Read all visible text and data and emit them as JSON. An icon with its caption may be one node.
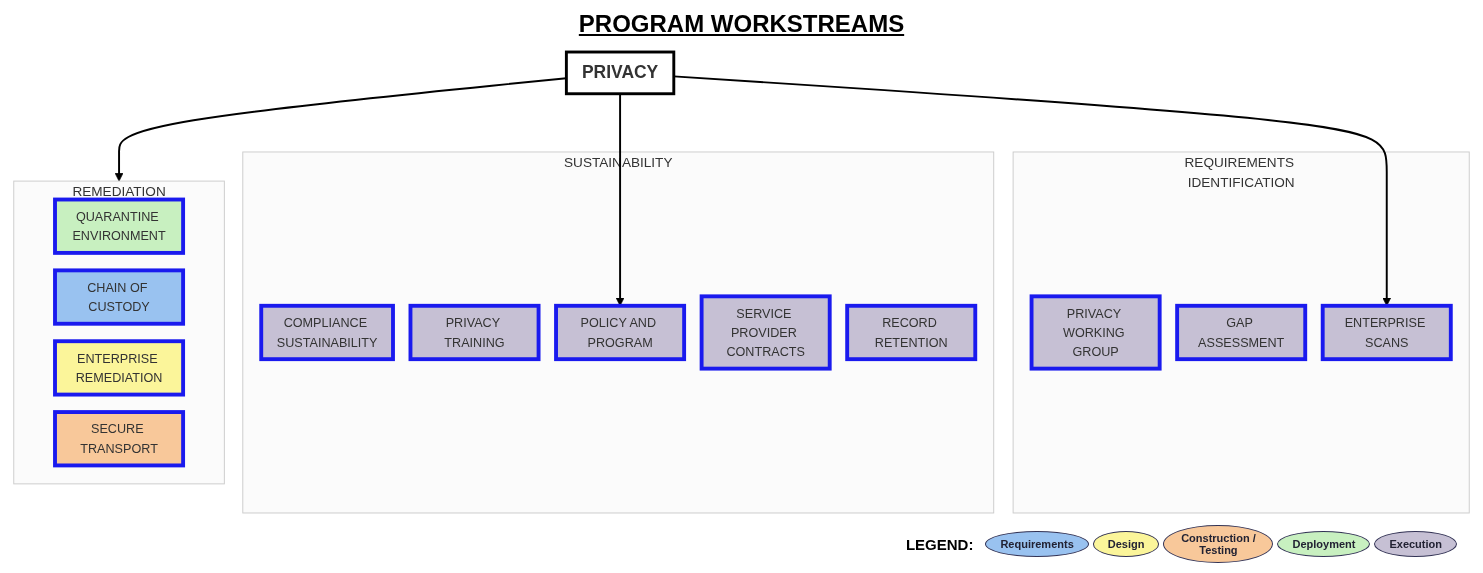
{
  "diagram": {
    "title": "PROGRAM WORKSTREAMS",
    "nodes": [
      {
        "text": [
          "PRIVACY"
        ]
      },
      {
        "text": [
          "REQUIREMENTS IDENTIFICATION"
        ]
      },
      {
        "text": [
          "PRIVACY WORKING GROUP"
        ],
        "in": 1
      },
      {
        "text": [
          "GAP ASSESSMENT"
        ],
        "in": 1
      },
      {
        "text": [
          "ENTERPRISE SCANS"
        ],
        "in": 1
      },
      {
        "text": [
          "SUSTAINABILITY"
        ]
      },
      {
        "text": [
          "COMPLIANCE SUSTAINABILITY"
        ],
        "in": 5
      },
      {
        "text": [
          "PRIVACY TRAINING"
        ],
        "in": 5
      },
      {
        "text": [
          "POLICY AND PROGRAM"
        ],
        "in": 5
      },
      {
        "text": [
          "SERVICE PROVIDER CONTRACTS"
        ],
        "in": 5
      },
      {
        "text": [
          "RECORD RETENTION"
        ],
        "in": 5
      },
      {
        "text": [
          "REMEDIATION"
        ]
      },
      {
        "text": [
          "QUARANTINE ENVIRONMENT"
        ],
        "in": 11
      },
      {
        "text": [
          "CHAIN OF CUSTODY"
        ],
        "in": 11
      },
      {
        "text": [
          "ENTERPRISE REMEDIATION"
        ],
        "in": 11
      },
      {
        "text": [
          "SECURE TRANSPORT"
        ],
        "in": 11
      }
    ],
    "edges": [
      {
        "from": 0,
        "to": 4,
        "arrow": "to"
      },
      {
        "from": 0,
        "to": 8,
        "arrow": "to"
      },
      {
        "from": 0,
        "to": 11,
        "arrow": "to"
      }
    ],
    "labels": [
      "LEGEND:"
    ],
    "legend": [
      {
        "text": "Requirements",
        "color": "#99c2f0"
      },
      {
        "text": "Design",
        "color": "#fbf59a"
      },
      {
        "text": "Construction / Testing",
        "color": "#f8c89a"
      },
      {
        "text": "Deployment",
        "color": "#c8f0c0"
      },
      {
        "text": "Execution",
        "color": "#c6c0d4"
      }
    ]
  }
}
